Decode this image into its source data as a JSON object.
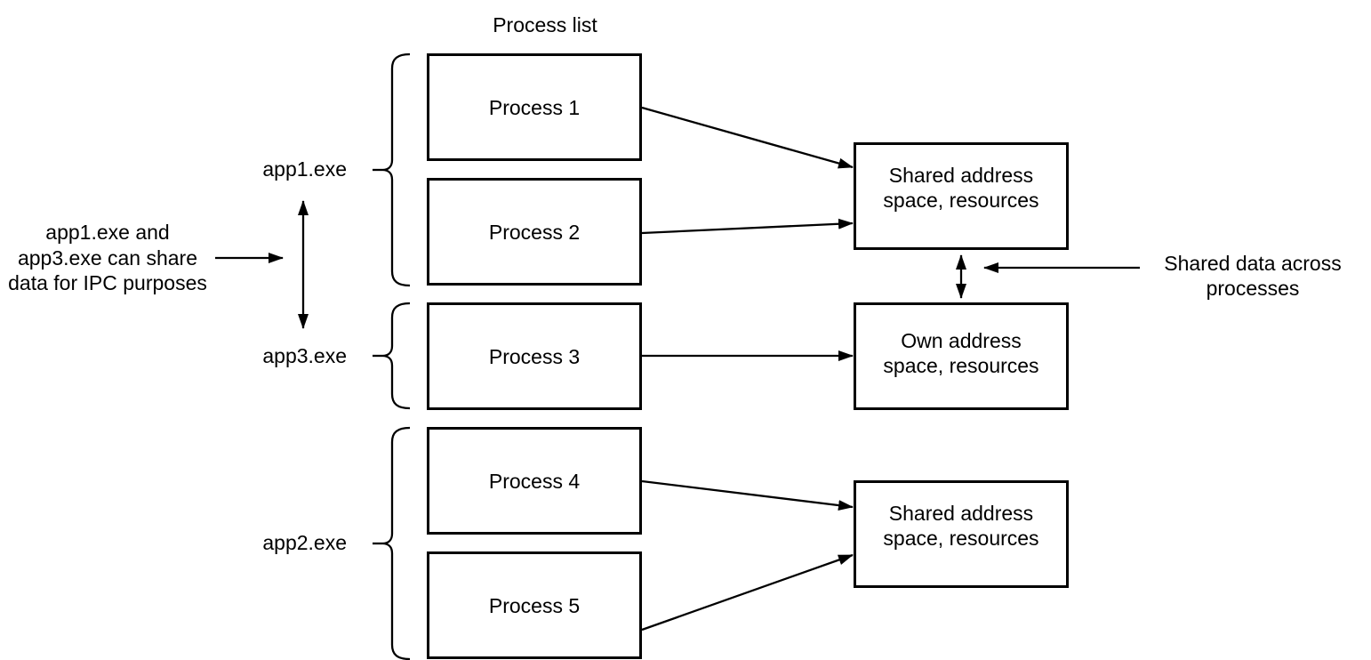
{
  "diagram": {
    "title": "Process list",
    "process_boxes": [
      {
        "label": "Process 1"
      },
      {
        "label": "Process 2"
      },
      {
        "label": "Process 3"
      },
      {
        "label": "Process 4"
      },
      {
        "label": "Process 5"
      }
    ],
    "resource_boxes": [
      {
        "line1": "Shared address",
        "line2": "space, resources"
      },
      {
        "line1": "Own address",
        "line2": "space, resources"
      },
      {
        "line1": "Shared address",
        "line2": "space, resources"
      }
    ],
    "app_labels": [
      {
        "label": "app1.exe"
      },
      {
        "label": "app3.exe"
      },
      {
        "label": "app2.exe"
      }
    ],
    "annotations": {
      "ipc_note": {
        "line1": "app1.exe and",
        "line2": "app3.exe can share",
        "line3": "data for IPC purposes"
      },
      "shared_data_note": {
        "line1": "Shared data across",
        "line2": "processes"
      }
    },
    "colors": {
      "stroke": "#000000",
      "background": "#ffffff",
      "text": "#000000"
    }
  }
}
